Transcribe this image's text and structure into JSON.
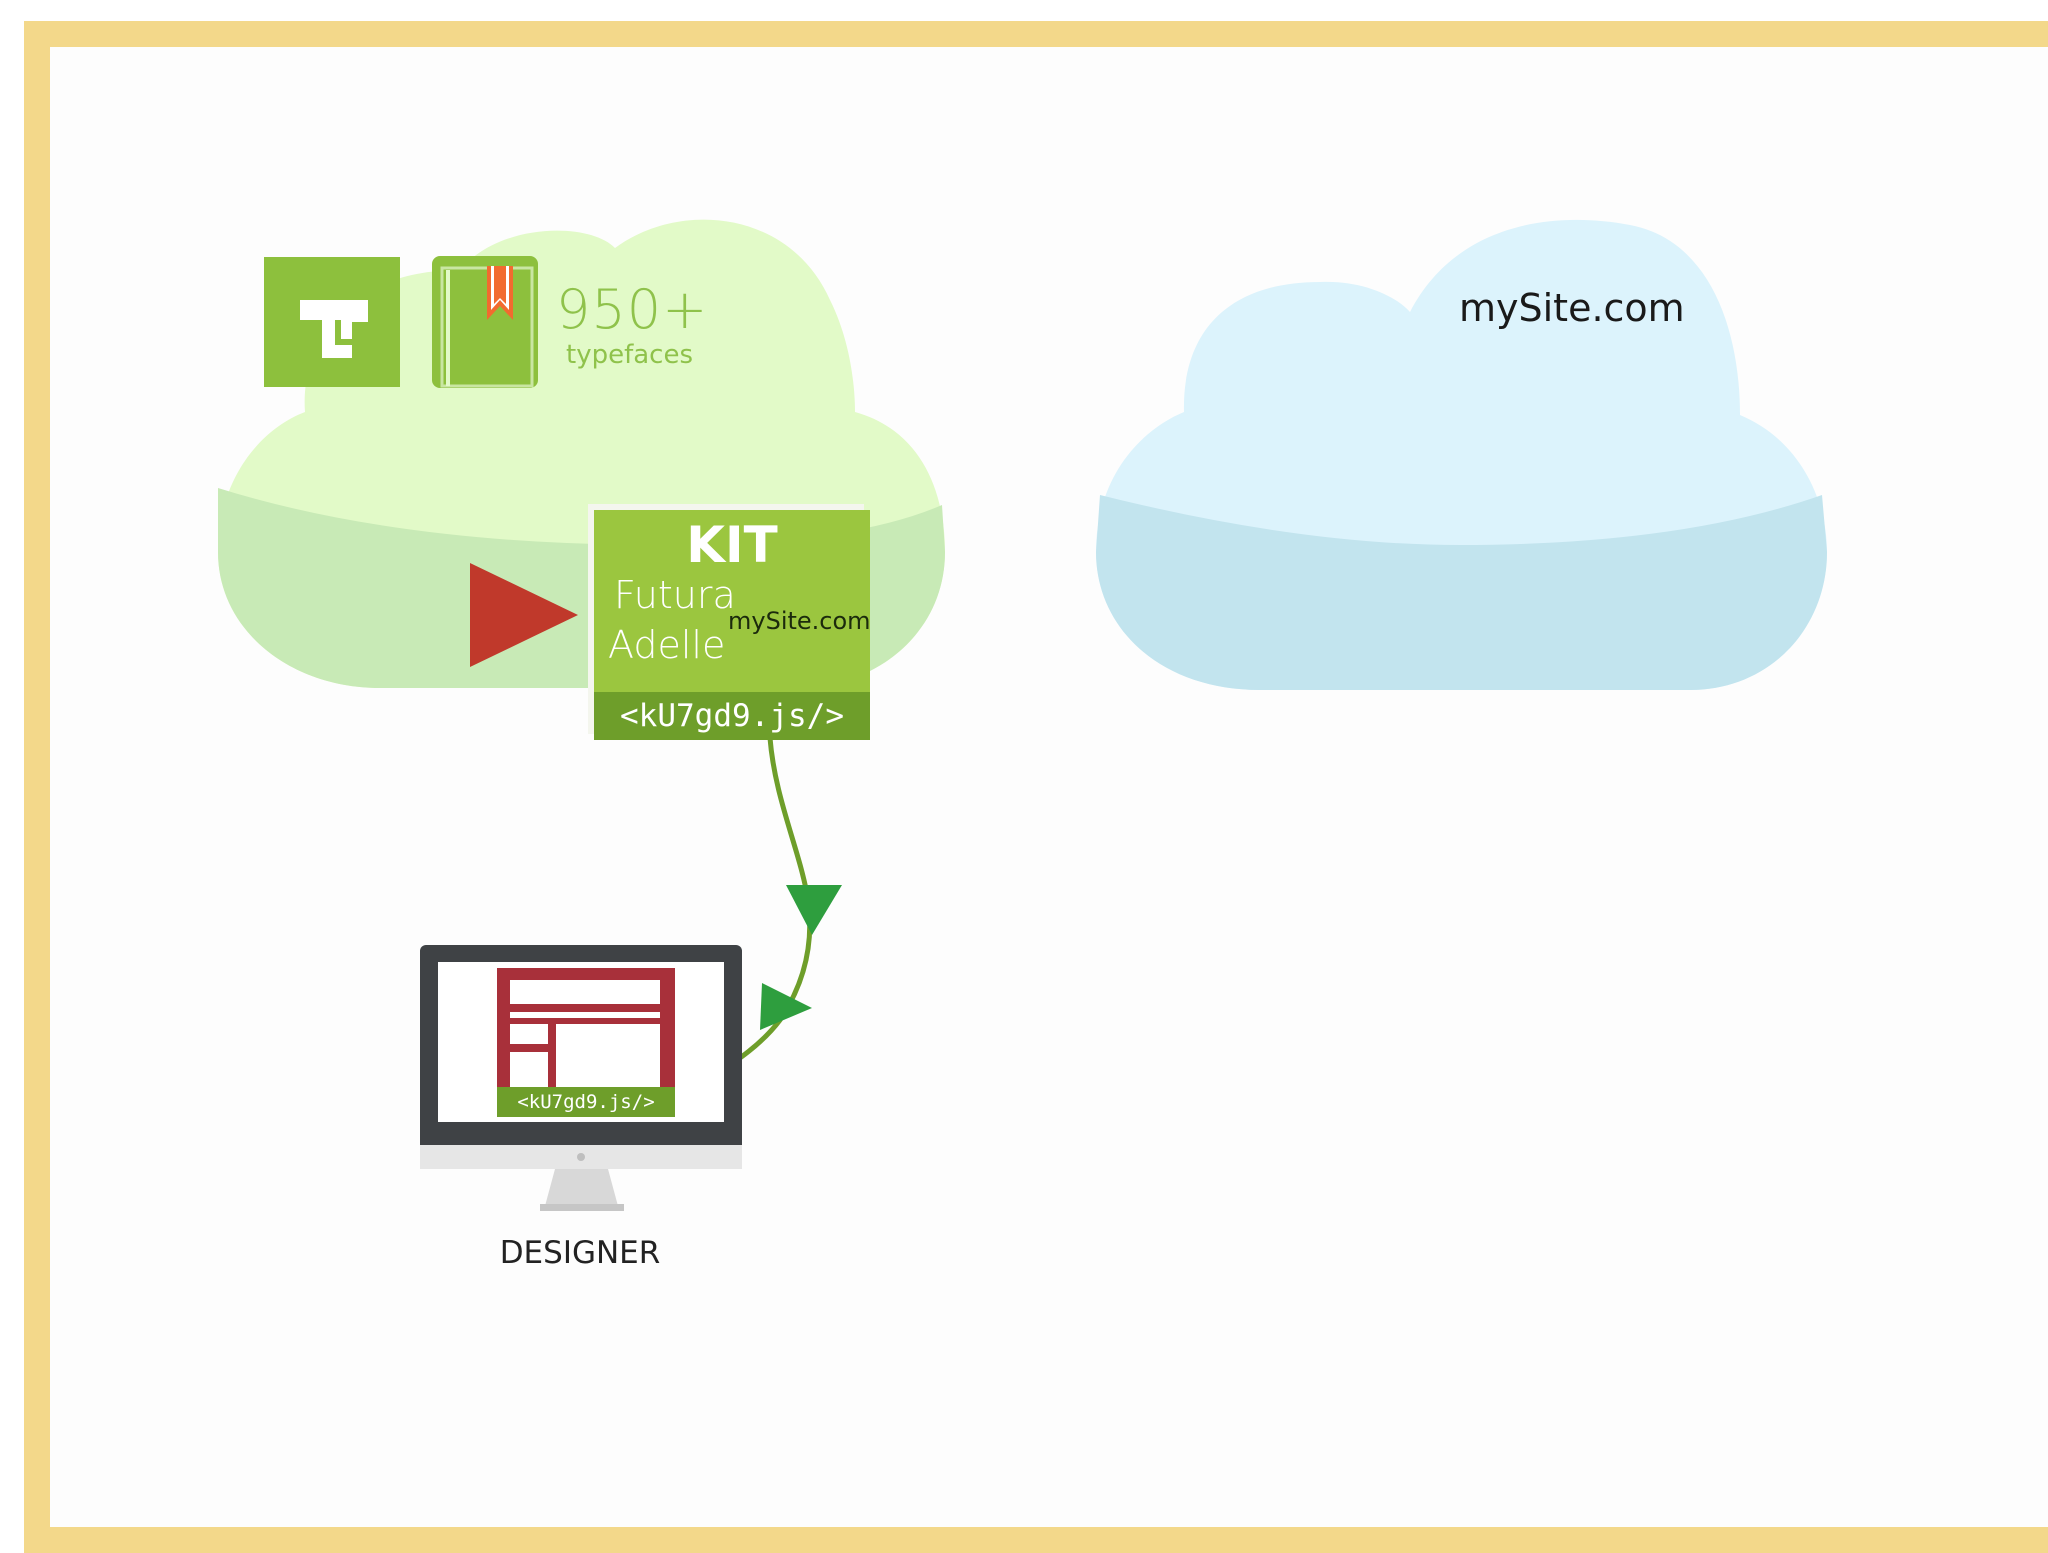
{
  "library": {
    "count": "950+",
    "count_sub": "typefaces"
  },
  "kit": {
    "title": "KIT",
    "fonts": [
      "Futura",
      "Adelle"
    ],
    "site": "mySite.com",
    "code": "<kU7gd9.js/>"
  },
  "site_cloud": {
    "label": "mySite.com"
  },
  "designer": {
    "code": "<kU7gd9.js/>",
    "label": "DESIGNER"
  },
  "colors": {
    "frame": "#f3d88a",
    "green_cloud": "#e2fac8",
    "blue_cloud": "#dcf3fc",
    "kit_green": "#9bc63f",
    "arrow_red": "#c0392b",
    "arrow_green": "#2e9e3e",
    "monitor_red": "#a8303a"
  },
  "icons": [
    "typekit-logo-icon",
    "book-bookmark-icon",
    "play-arrow-icon",
    "monitor-icon"
  ]
}
